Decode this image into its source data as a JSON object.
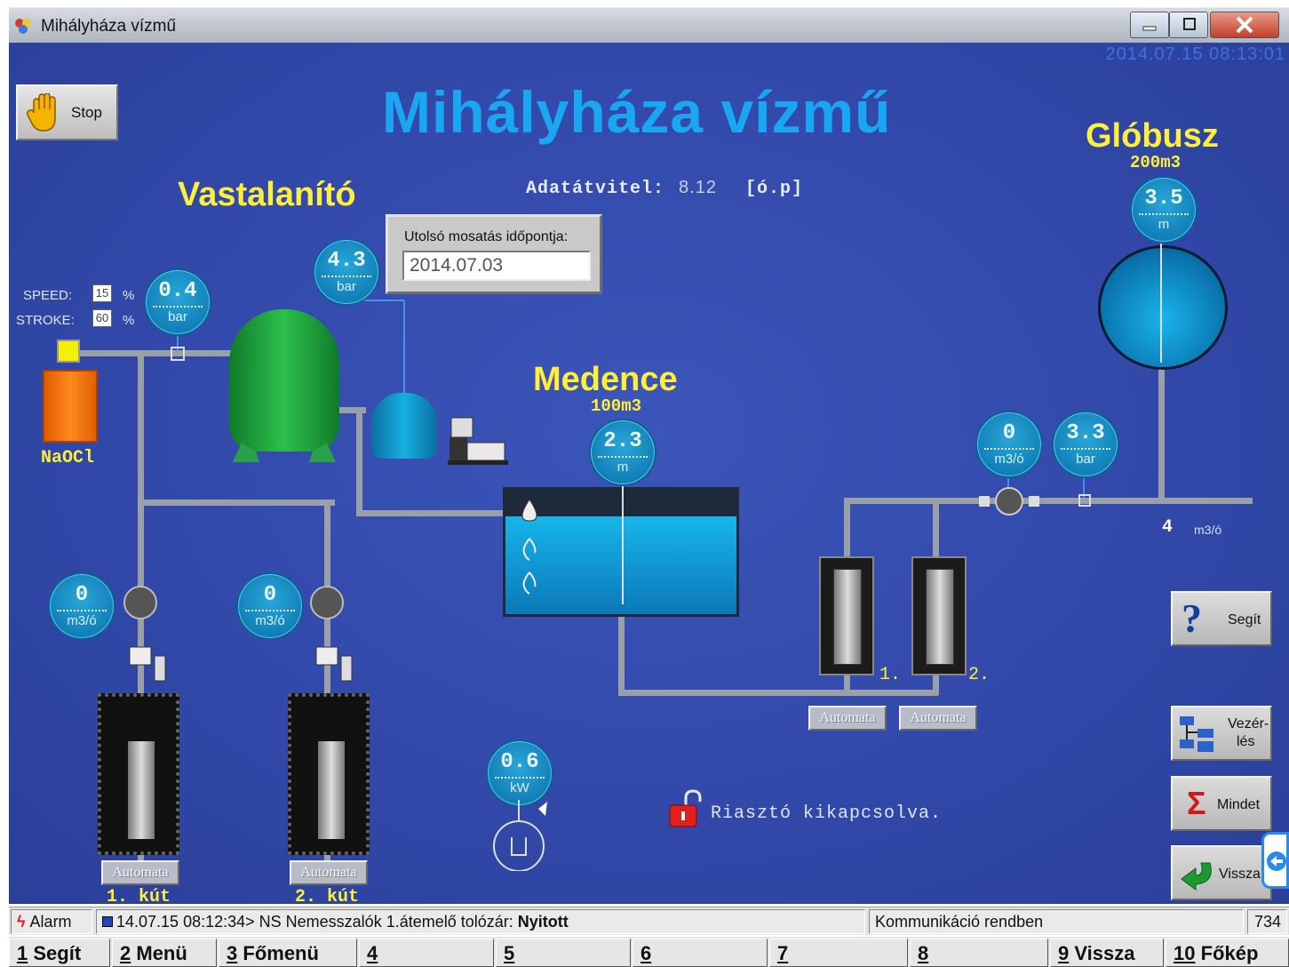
{
  "window": {
    "title": "Mihályháza vízmű",
    "datetime": "2014.07.15 08:13:01"
  },
  "stop_label": "Stop",
  "main_title": "Mihályháza vízmű",
  "vastalanito": {
    "label": "Vastalanító",
    "speed_label": "SPEED:",
    "speed_value": "15",
    "stroke_label": "STROKE:",
    "stroke_value": "60",
    "percent": "%",
    "naocl": "NaOCl"
  },
  "gauges": {
    "pressure_in": {
      "value": "0.4",
      "unit": "bar"
    },
    "pressure_tank": {
      "value": "4.3",
      "unit": "bar"
    },
    "medence_level": {
      "value": "2.3",
      "unit": "m"
    },
    "globusz_level": {
      "value": "3.5",
      "unit": "m"
    },
    "flow_out": {
      "value": "0",
      "unit": "m3/ó"
    },
    "pressure_out": {
      "value": "3.3",
      "unit": "bar"
    },
    "well1_flow": {
      "value": "0",
      "unit": "m3/ó"
    },
    "well2_flow": {
      "value": "0",
      "unit": "m3/ó"
    },
    "power": {
      "value": "0.6",
      "unit": "kW"
    }
  },
  "adatatvitel": {
    "label": "Adatátvitel:",
    "value": "8.12",
    "unit": "[ó.p]"
  },
  "last_wash": {
    "caption": "Utolsó mosatás időpontja:",
    "value": "2014.07.03"
  },
  "medence": {
    "label": "Medence",
    "volume": "100m3"
  },
  "globusz": {
    "label": "Glóbusz",
    "volume": "200m3"
  },
  "flow_readout": {
    "value": "4",
    "unit": "m3/ó"
  },
  "pumps": {
    "p1": "1.",
    "p2": "2.",
    "auto1": "Automata",
    "auto2": "Automata"
  },
  "wells": {
    "w1": "1. kút",
    "w2": "2. kút",
    "auto1": "Automata",
    "auto2": "Automata"
  },
  "alarm_state": "Riasztó kikapcsolva.",
  "side_buttons": {
    "help": "Segít",
    "control_1": "Vezér-",
    "control_2": "lés",
    "all": "Mindet",
    "back": "Vissza"
  },
  "status": {
    "alarm": "Alarm",
    "message_prefix": "14.07.15 08:12:34> NS Nemesszalók 1.átemelő tolózár: ",
    "message_state": "Nyitott",
    "comm": "Kommunikáció rendben",
    "count": "734"
  },
  "fkeys": [
    {
      "num": "1",
      "label": "Segít"
    },
    {
      "num": "2",
      "label": "Menü"
    },
    {
      "num": "3",
      "label": "Főmenü"
    },
    {
      "num": "4",
      "label": ""
    },
    {
      "num": "5",
      "label": ""
    },
    {
      "num": "6",
      "label": ""
    },
    {
      "num": "7",
      "label": ""
    },
    {
      "num": "8",
      "label": ""
    },
    {
      "num": "9",
      "label": "Vissza"
    },
    {
      "num": "10",
      "label": "Főkép"
    }
  ]
}
